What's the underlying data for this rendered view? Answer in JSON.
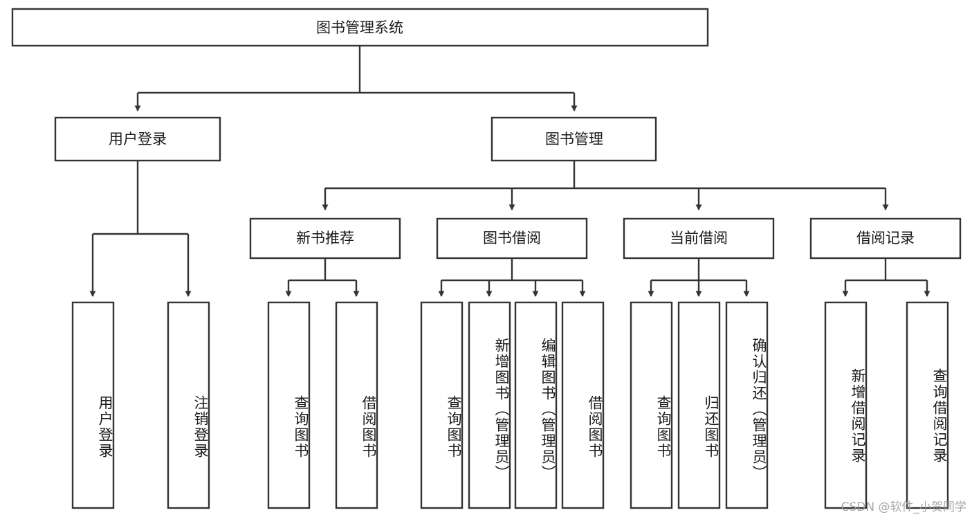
{
  "diagram": {
    "type": "tree-hierarchy",
    "title": "图书管理系统",
    "watermark": "CSDN @软件_小贺同学",
    "colors": {
      "box_fill": "#ffffff",
      "box_stroke": "#333333",
      "text": "#1a1a1a",
      "watermark": "#9a9a9a",
      "background": "#ffffff"
    },
    "levels": {
      "root": {
        "label": "图书管理系统",
        "orientation": "horizontal"
      },
      "level2": [
        {
          "id": "user-login",
          "label": "用户登录",
          "orientation": "horizontal"
        },
        {
          "id": "book-management",
          "label": "图书管理",
          "orientation": "horizontal"
        }
      ],
      "level3": [
        {
          "id": "new-book-recommend",
          "label": "新书推荐",
          "orientation": "horizontal",
          "parent": "book-management"
        },
        {
          "id": "book-borrow",
          "label": "图书借阅",
          "orientation": "horizontal",
          "parent": "book-management"
        },
        {
          "id": "current-borrow",
          "label": "当前借阅",
          "orientation": "horizontal",
          "parent": "book-management"
        },
        {
          "id": "borrow-record",
          "label": "借阅记录",
          "orientation": "horizontal",
          "parent": "book-management"
        }
      ],
      "leaves": [
        {
          "id": "leaf-user-login",
          "label": "用户登录",
          "orientation": "vertical",
          "parent": "user-login"
        },
        {
          "id": "leaf-user-logout",
          "label": "注销登录",
          "orientation": "vertical",
          "parent": "user-login"
        },
        {
          "id": "leaf-query-book-1",
          "label": "查询图书",
          "orientation": "vertical",
          "parent": "new-book-recommend"
        },
        {
          "id": "leaf-borrow-book-1",
          "label": "借阅图书",
          "orientation": "vertical",
          "parent": "new-book-recommend"
        },
        {
          "id": "leaf-query-book-2",
          "label": "查询图书",
          "orientation": "vertical",
          "parent": "book-borrow"
        },
        {
          "id": "leaf-add-book",
          "label": "新增图书（管理员）",
          "orientation": "vertical",
          "parent": "book-borrow"
        },
        {
          "id": "leaf-edit-book",
          "label": "编辑图书（管理员）",
          "orientation": "vertical",
          "parent": "book-borrow"
        },
        {
          "id": "leaf-borrow-book-2",
          "label": "借阅图书",
          "orientation": "vertical",
          "parent": "book-borrow"
        },
        {
          "id": "leaf-query-book-3",
          "label": "查询图书",
          "orientation": "vertical",
          "parent": "current-borrow"
        },
        {
          "id": "leaf-return-book",
          "label": "归还图书",
          "orientation": "vertical",
          "parent": "current-borrow"
        },
        {
          "id": "leaf-confirm-return",
          "label": "确认归还（管理员）",
          "orientation": "vertical",
          "parent": "current-borrow"
        },
        {
          "id": "leaf-add-record",
          "label": "新增借阅记录",
          "orientation": "vertical",
          "parent": "borrow-record"
        },
        {
          "id": "leaf-query-record",
          "label": "查询借阅记录",
          "orientation": "vertical",
          "parent": "borrow-record"
        }
      ]
    }
  }
}
